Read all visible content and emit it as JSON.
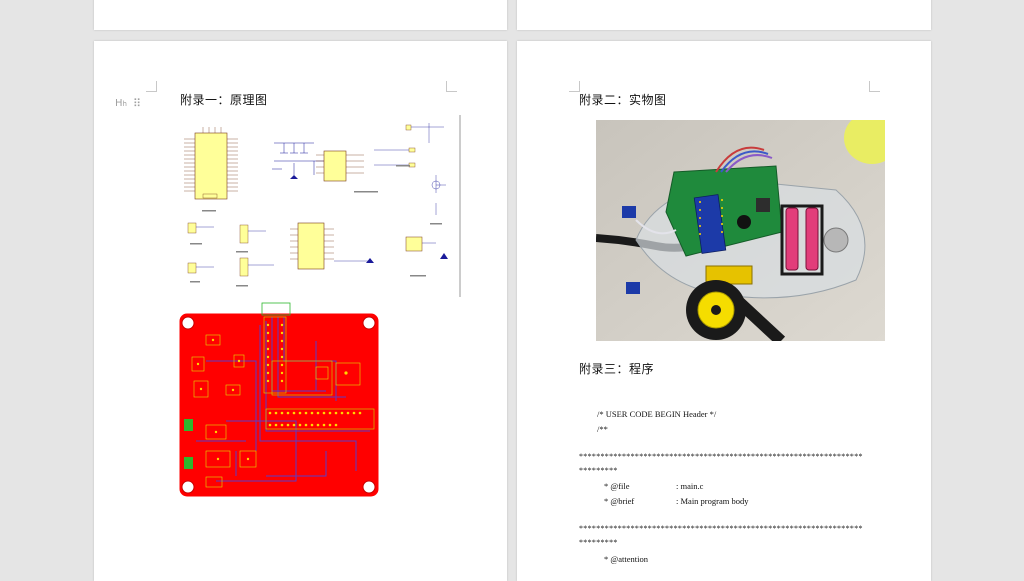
{
  "document": {
    "appendix1": {
      "title": "附录一：原理图",
      "toolbar_icons": [
        "heading-icon",
        "drag-handle-icon"
      ],
      "toolbar_heading_glyph": "H",
      "toolbar_heading_sub": "h"
    },
    "appendix2": {
      "title": "附录二：实物图"
    },
    "appendix3": {
      "title": "附录三：程序",
      "code_lines": [
        "/* USER CODE BEGIN Header */",
        "/**"
      ],
      "stars_line_1": "******************************************************************",
      "stars_line_1b": "*********",
      "file_key": "* @file",
      "file_value": ": main.c",
      "brief_key": "* @brief",
      "brief_value": ": Main program body",
      "stars_line_2": "******************************************************************",
      "stars_line_2b": "*********",
      "attention_key": "* @attention"
    }
  },
  "colors": {
    "workspace": "#e5e5e5",
    "page": "#ffffff",
    "pcb_board": "#ff0000",
    "pcb_trace": "#5a3cc8",
    "schematic_chip": "#ffff99"
  }
}
